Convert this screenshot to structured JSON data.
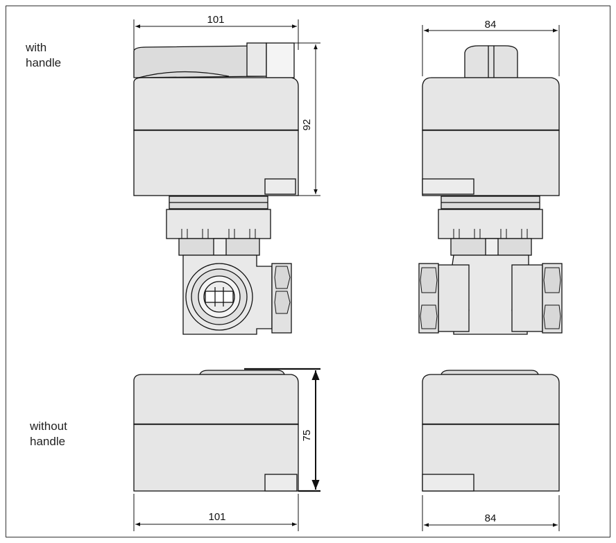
{
  "labels": {
    "with_handle_line1": "with",
    "with_handle_line2": "handle",
    "without_handle_line1": "without",
    "without_handle_line2": "handle"
  },
  "dimensions": {
    "top_front_width": "101",
    "top_side_width": "84",
    "top_height": "92",
    "bottom_height": "75",
    "bottom_front_width": "101",
    "bottom_side_width": "84"
  },
  "colors": {
    "body_fill": "#e6e6e6",
    "body_dark": "#cfcfcf",
    "line": "#111111",
    "dim": "#111111"
  }
}
